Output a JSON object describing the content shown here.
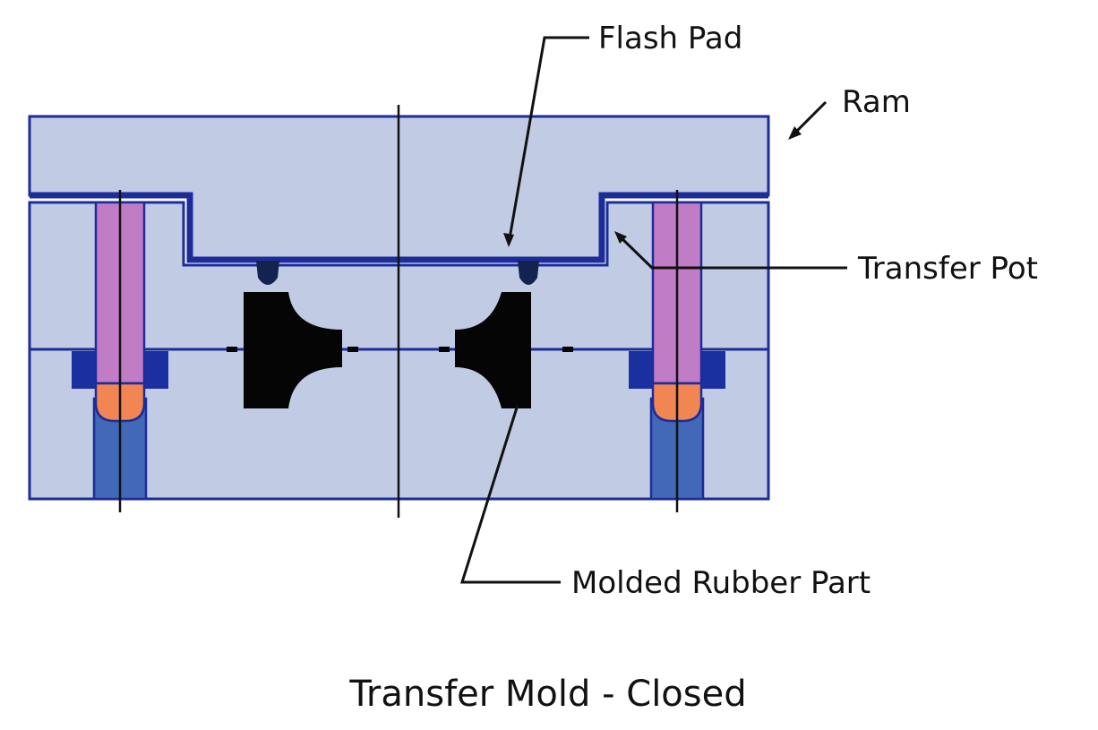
{
  "labels": {
    "flash_pad": "Flash Pad",
    "ram": "Ram",
    "transfer_pot": "Transfer Pot",
    "molded_rubber_part": "Molded Rubber Part"
  },
  "caption": "Transfer Mold - Closed",
  "colors": {
    "plate_fill": "#c1cbe3",
    "outline": "#1c2c9a",
    "guide_pin_upper": "#c07cc4",
    "guide_pin_tip": "#f28653",
    "guide_pin_lower": "#4169b8",
    "bushing": "#1a2fa0",
    "rubber_part": "#050505"
  }
}
